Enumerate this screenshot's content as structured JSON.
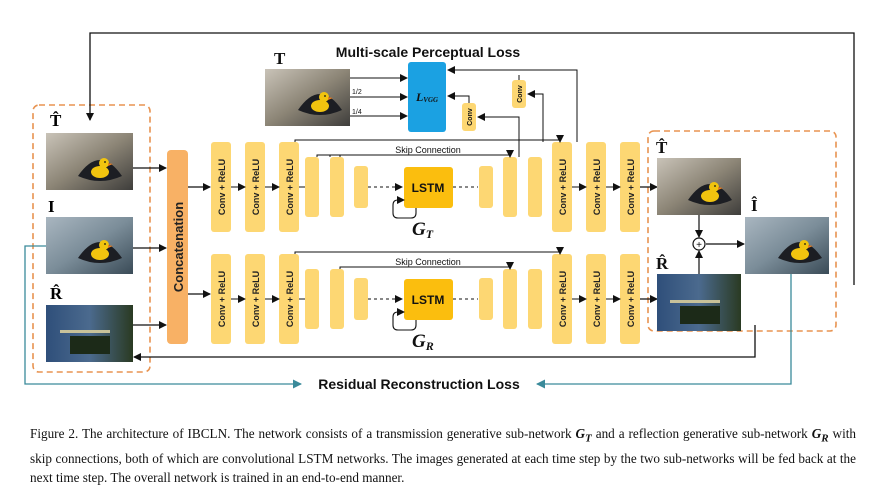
{
  "diagram": {
    "title": "Multi-scale Perceptual Loss",
    "loss_label": "L",
    "loss_subscript": "VGG",
    "scale_half": "1/2",
    "scale_quarter": "1/4",
    "conv_label": "Conv",
    "concat_label": "Concatenation",
    "conv_relu_label": "Conv + ReLU",
    "skip_label": "Skip Connection",
    "lstm_label": "LSTM",
    "gt_label": "G",
    "gt_sub": "T",
    "gr_label": "G",
    "gr_sub": "R",
    "residual_label": "Residual Reconstruction Loss",
    "img_t_gt_label": "T",
    "img_t_hat_in_label": "T̂",
    "img_i_in_label": "I",
    "img_r_hat_in_label": "R̂",
    "img_t_hat_out_label": "T̂",
    "img_r_hat_out_label": "R̂",
    "img_i_hat_out_label": "Î",
    "plus_symbol": "+",
    "colors": {
      "block": "#FDD773",
      "lstm": "#FBBE0E",
      "concat": "#F8B165",
      "loss": "#1BA1E2",
      "dashed": "#E89350",
      "residual": "#3A8A9A"
    }
  },
  "caption": {
    "fig_prefix": "Figure 2. The architecture of IBCLN. The network consists of a transmission generative sub-network ",
    "gt_symbol": "G",
    "gt_sub": "T",
    "mid1": " and a reflection generative sub-network ",
    "gr_symbol": "G",
    "gr_sub": "R",
    "rest": " with skip connections, both of which are convolutional LSTM networks. The images generated at each time step by the two sub-networks will be fed back at the next time step. The overall network is trained in an end-to-end manner."
  }
}
